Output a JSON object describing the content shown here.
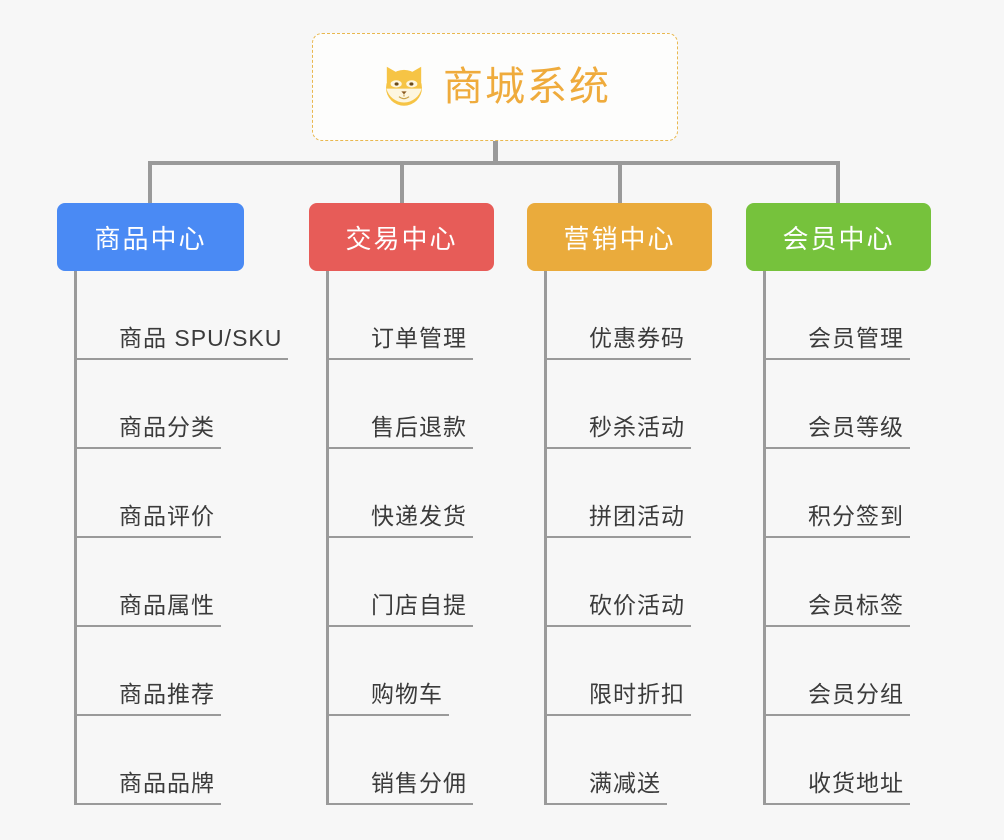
{
  "root": {
    "title": "商城系统",
    "icon": "shiba-dog-icon",
    "accent_color": "#efab3c",
    "border_color": "#e9b84f",
    "background": "#fdfdfc"
  },
  "canvas": {
    "background": "#f7f7f7",
    "connector_color": "#9a9a9a"
  },
  "categories": [
    {
      "label": "商品中心",
      "color": "#4a8af4",
      "items": [
        "商品 SPU/SKU",
        "商品分类",
        "商品评价",
        "商品属性",
        "商品推荐",
        "商品品牌"
      ]
    },
    {
      "label": "交易中心",
      "color": "#e75c58",
      "items": [
        "订单管理",
        "售后退款",
        "快递发货",
        "门店自提",
        "购物车",
        "销售分佣"
      ]
    },
    {
      "label": "营销中心",
      "color": "#eaab3c",
      "items": [
        "优惠券码",
        "秒杀活动",
        "拼团活动",
        "砍价活动",
        "限时折扣",
        "满减送"
      ]
    },
    {
      "label": "会员中心",
      "color": "#76c23c",
      "items": [
        "会员管理",
        "会员等级",
        "积分签到",
        "会员标签",
        "会员分组",
        "收货地址"
      ]
    }
  ]
}
